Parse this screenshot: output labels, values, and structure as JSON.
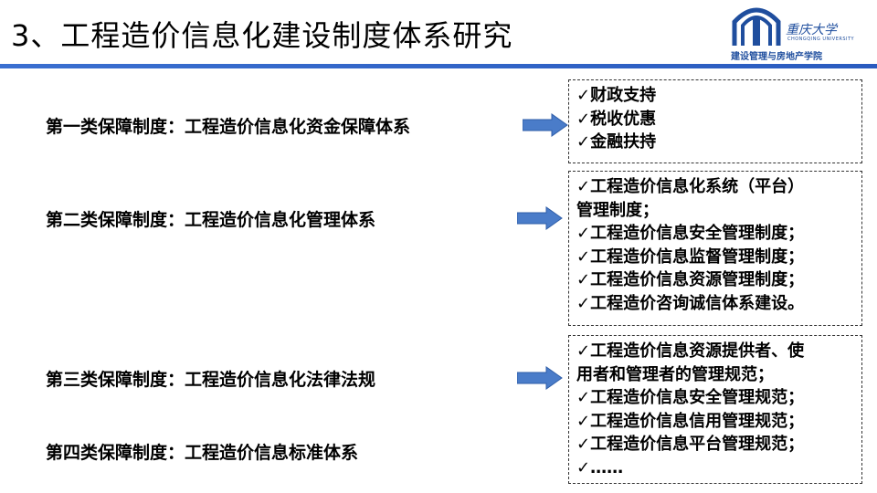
{
  "slide": {
    "title": "3、工程造价信息化建设制度体系研究"
  },
  "logo": {
    "name_cn": "重庆大学",
    "name_en": "CHONGQING UNIVERSITY",
    "school": "建设管理与房地产学院"
  },
  "categories": [
    {
      "label": "第一类保障制度：工程造价信息化资金保障体系"
    },
    {
      "label": "第二类保障制度：工程造价信息化管理体系"
    },
    {
      "label": "第三类保障制度：工程造价信息化法律法规"
    },
    {
      "label": "第四类保障制度：工程造价信息标准体系"
    }
  ],
  "boxes": [
    {
      "lines": [
        "✓财政支持",
        "✓税收优惠",
        "✓金融扶持"
      ]
    },
    {
      "lines": [
        "✓工程造价信息化系统（平台）",
        "管理制度；",
        "✓工程造价信息安全管理制度；",
        "✓工程造价信息监督管理制度；",
        "✓工程造价信息资源管理制度；",
        "✓工程造价咨询诚信体系建设。"
      ]
    },
    {
      "lines": [
        "✓工程造价信息资源提供者、使",
        "用者和管理者的管理规范；",
        "✓工程造价信息安全管理规范；",
        "✓工程造价信息信用管理规范；",
        "✓工程造价信息平台管理规范；",
        "✓……"
      ]
    }
  ],
  "colors": {
    "arrow": "#4a7cc9",
    "underline": "#3a6fd0",
    "logo": "#1f4e9e"
  }
}
